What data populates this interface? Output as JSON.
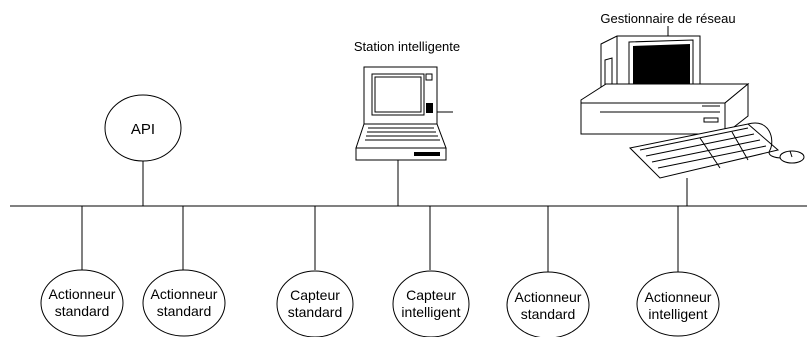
{
  "api": {
    "label": "API"
  },
  "intelligent_station": {
    "label": "Station intelligente",
    "icon": "laptop-icon"
  },
  "network_manager": {
    "label": "Gestionnaire de réseau",
    "icon": "desktop-computer-icon"
  },
  "devices": [
    {
      "line1": "Actionneur",
      "line2": "standard"
    },
    {
      "line1": "Actionneur",
      "line2": "standard"
    },
    {
      "line1": "Capteur",
      "line2": "standard"
    },
    {
      "line1": "Capteur",
      "line2": "intelligent"
    },
    {
      "line1": "Actionneur",
      "line2": "standard"
    },
    {
      "line1": "Actionneur",
      "line2": "intelligent"
    }
  ]
}
